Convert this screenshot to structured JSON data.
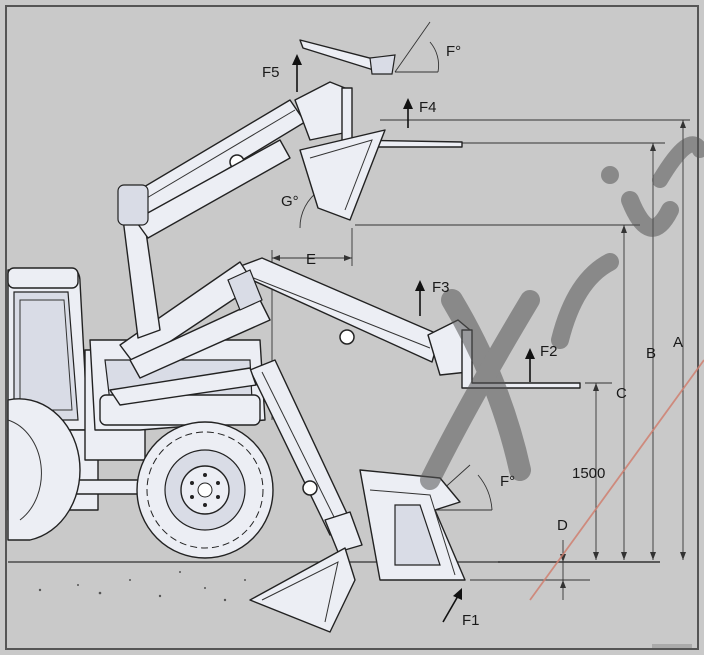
{
  "dimensions": {
    "a": "A",
    "b": "B",
    "c": "C",
    "d": "D",
    "e": "E",
    "height_1500": "1500"
  },
  "forces": {
    "f1": "F1",
    "f2": "F2",
    "f3": "F3",
    "f4": "F4",
    "f5": "F5"
  },
  "angles": {
    "f_top": "F°",
    "f_bottom": "F°",
    "g": "G°"
  },
  "watermark": "Xri",
  "colors": {
    "background": "#c9c9c9",
    "machine_fill": "#eceef4",
    "outline": "#222222",
    "watermark": "#555555",
    "accent_line": "#d08070"
  }
}
